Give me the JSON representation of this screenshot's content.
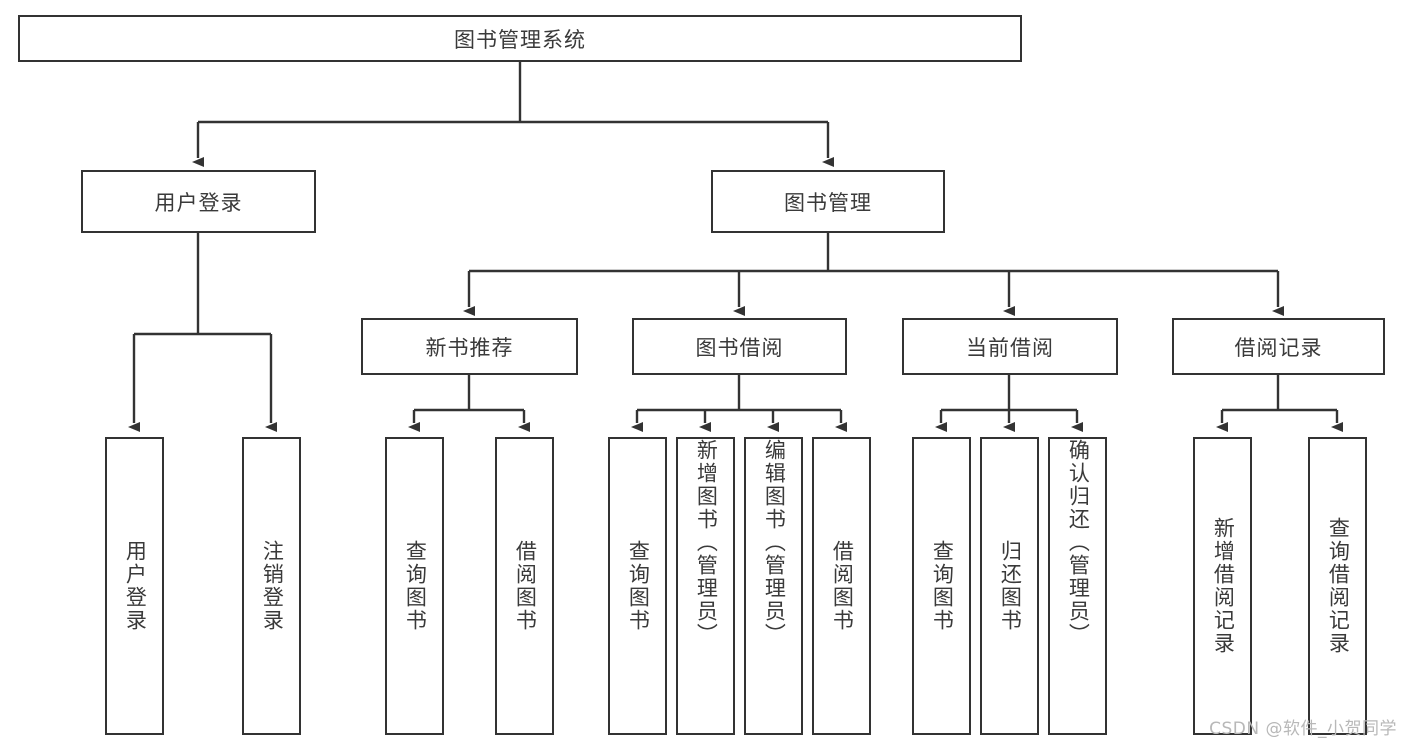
{
  "diagram": {
    "title": "图书管理系统",
    "type": "tree-hierarchy",
    "root": {
      "label": "图书管理系统"
    },
    "level2": [
      {
        "label": "用户登录"
      },
      {
        "label": "图书管理"
      }
    ],
    "level3": [
      {
        "label": "新书推荐"
      },
      {
        "label": "图书借阅"
      },
      {
        "label": "当前借阅"
      },
      {
        "label": "借阅记录"
      }
    ],
    "leaves": {
      "user_login": [
        {
          "label": "用户登录"
        },
        {
          "label": "注销登录"
        }
      ],
      "new_book_recommend": [
        {
          "label": "查询图书"
        },
        {
          "label": "借阅图书"
        }
      ],
      "book_borrow": [
        {
          "label": "查询图书"
        },
        {
          "label": "新增图书（管理员）"
        },
        {
          "label": "编辑图书（管理员）"
        },
        {
          "label": "借阅图书"
        }
      ],
      "current_borrow": [
        {
          "label": "查询图书"
        },
        {
          "label": "归还图书"
        },
        {
          "label": "确认归还（管理员）"
        }
      ],
      "borrow_records": [
        {
          "label": "新增借阅记录"
        },
        {
          "label": "查询借阅记录"
        }
      ]
    }
  },
  "watermark": {
    "text": "CSDN @软件_小贺同学"
  },
  "colors": {
    "border": "#333333",
    "text": "#3a3a3a",
    "background": "#ffffff",
    "watermark": "#b8b8b8"
  }
}
